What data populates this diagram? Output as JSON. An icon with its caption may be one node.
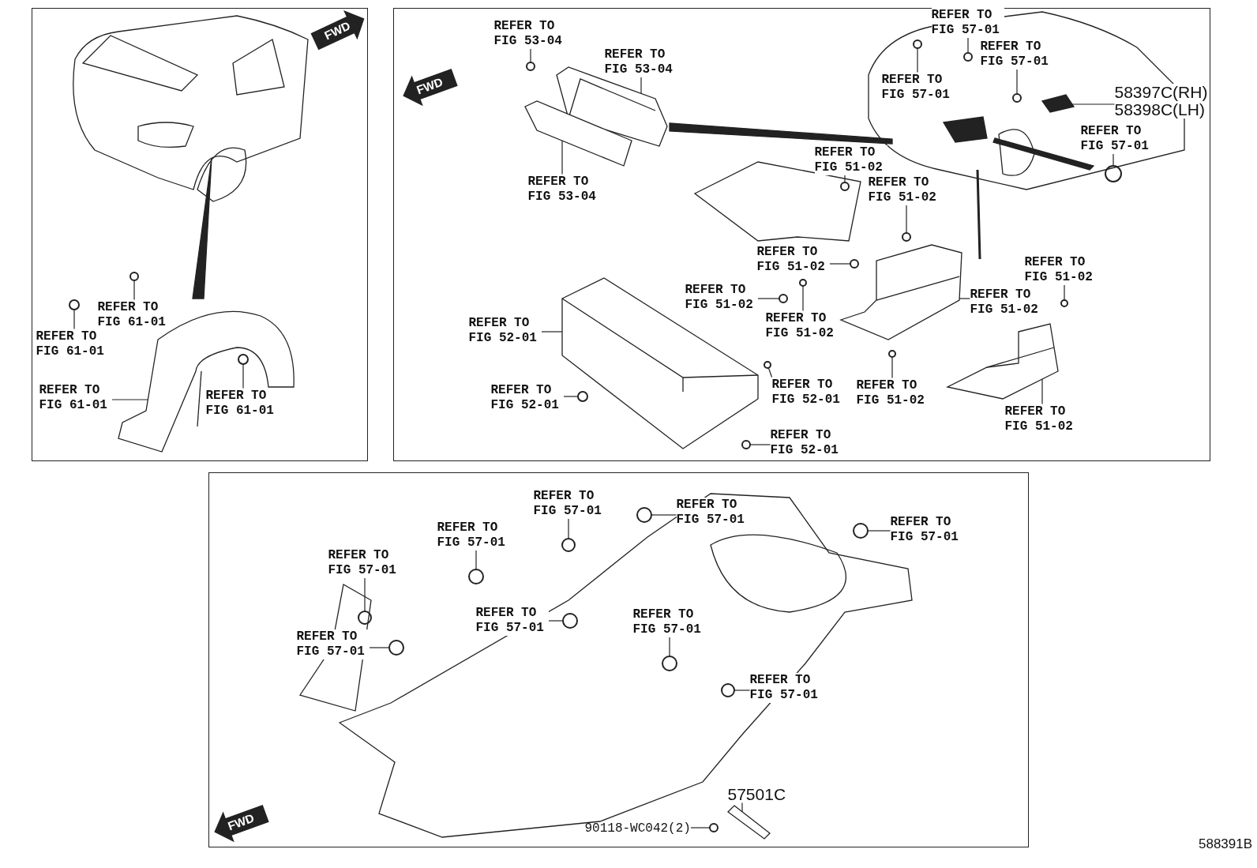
{
  "diagram": {
    "nodes": [
      {
        "text": [],
        "shape": "box"
      },
      {
        "text": [],
        "shape": "box"
      },
      {
        "text": [],
        "shape": "box"
      },
      {
        "text": [
          "REFER TO FIG 61-01"
        ],
        "in": 0
      },
      {
        "text": [
          "REFER TO FIG 61-01"
        ],
        "in": 0
      },
      {
        "text": [
          "REFER TO FIG 61-01"
        ],
        "in": 0
      },
      {
        "text": [
          "REFER TO FIG 61-01"
        ],
        "in": 0
      },
      {
        "text": [
          "REFER TO FIG 53-04"
        ],
        "in": 1
      },
      {
        "text": [
          "REFER TO FIG 53-04"
        ],
        "in": 1
      },
      {
        "text": [
          "REFER TO FIG 53-04"
        ],
        "in": 1
      },
      {
        "text": [
          "REFER TO FIG 57-01"
        ],
        "in": 1
      },
      {
        "text": [
          "REFER TO FIG 57-01"
        ],
        "in": 1
      },
      {
        "text": [
          "REFER TO FIG 57-01"
        ],
        "in": 1
      },
      {
        "text": [
          "REFER TO FIG 57-01"
        ],
        "in": 1
      },
      {
        "text": [
          "58397C(RH)",
          "58398C(LH)"
        ],
        "in": 1
      },
      {
        "text": [
          "REFER TO FIG 51-02"
        ],
        "in": 1
      },
      {
        "text": [
          "REFER TO FIG 51-02"
        ],
        "in": 1
      },
      {
        "text": [
          "REFER TO FIG 51-02"
        ],
        "in": 1
      },
      {
        "text": [
          "REFER TO FIG 51-02"
        ],
        "in": 1
      },
      {
        "text": [
          "REFER TO FIG 51-02"
        ],
        "in": 1
      },
      {
        "text": [
          "REFER TO FIG 51-02"
        ],
        "in": 1
      },
      {
        "text": [
          "REFER TO FIG 51-02"
        ],
        "in": 1
      },
      {
        "text": [
          "REFER TO FIG 51-02"
        ],
        "in": 1
      },
      {
        "text": [
          "REFER TO FIG 51-02"
        ],
        "in": 1
      },
      {
        "text": [
          "REFER TO FIG 52-01"
        ],
        "in": 1
      },
      {
        "text": [
          "REFER TO FIG 52-01"
        ],
        "in": 1
      },
      {
        "text": [
          "REFER TO FIG 52-01"
        ],
        "in": 1
      },
      {
        "text": [
          "REFER TO FIG 52-01"
        ],
        "in": 1
      },
      {
        "text": [
          "REFER TO FIG 57-01"
        ],
        "in": 2
      },
      {
        "text": [
          "REFER TO FIG 57-01"
        ],
        "in": 2
      },
      {
        "text": [
          "REFER TO FIG 57-01"
        ],
        "in": 2
      },
      {
        "text": [
          "REFER TO FIG 57-01"
        ],
        "in": 2
      },
      {
        "text": [
          "REFER TO FIG 57-01"
        ],
        "in": 2
      },
      {
        "text": [
          "REFER TO FIG 57-01"
        ],
        "in": 2
      },
      {
        "text": [
          "REFER TO FIG 57-01"
        ],
        "in": 2
      },
      {
        "text": [
          "REFER TO FIG 57-01"
        ],
        "in": 2
      },
      {
        "text": [
          "REFER TO FIG 57-01"
        ],
        "in": 2
      },
      {
        "text": [
          "57501C"
        ],
        "in": 2
      },
      {
        "text": [
          "90118-WC042(2)"
        ],
        "in": 2
      },
      {
        "text": [],
        "shape": "circle",
        "in": 0
      },
      {
        "text": [],
        "shape": "circle",
        "in": 0
      },
      {
        "text": [],
        "shape": "picture",
        "in": 0
      },
      {
        "text": [],
        "shape": "circle",
        "in": 0
      },
      {
        "text": [],
        "shape": "circle",
        "in": 1
      },
      {
        "text": [],
        "shape": "picture",
        "in": 1
      },
      {
        "text": [],
        "shape": "picture",
        "in": 1
      },
      {
        "text": [],
        "shape": "circle",
        "in": 1
      },
      {
        "text": [],
        "shape": "circle",
        "in": 1
      },
      {
        "text": [],
        "shape": "circle",
        "in": 1
      },
      {
        "text": [],
        "shape": "circle",
        "in": 1
      },
      {
        "text": [],
        "shape": "picture",
        "in": 1
      },
      {
        "text": [],
        "shape": "circle",
        "in": 1
      },
      {
        "text": [],
        "shape": "circle",
        "in": 1
      },
      {
        "text": [],
        "shape": "circle",
        "in": 1
      },
      {
        "text": [],
        "shape": "circle",
        "in": 1
      },
      {
        "text": [],
        "shape": "circle",
        "in": 1
      },
      {
        "text": [],
        "shape": "picture",
        "in": 1
      },
      {
        "text": [],
        "shape": "circle",
        "in": 1
      },
      {
        "text": [],
        "shape": "circle",
        "in": 1
      },
      {
        "text": [],
        "shape": "picture",
        "in": 1
      },
      {
        "text": [],
        "shape": "picture",
        "in": 1
      },
      {
        "text": [],
        "shape": "circle",
        "in": 1
      },
      {
        "text": [],
        "shape": "circle",
        "in": 1
      },
      {
        "text": [],
        "shape": "circle",
        "in": 1
      },
      {
        "text": [],
        "shape": "circle",
        "in": 2
      },
      {
        "text": [],
        "shape": "circle",
        "in": 2
      },
      {
        "text": [],
        "shape": "circle",
        "in": 2
      },
      {
        "text": [],
        "shape": "circle",
        "in": 2
      },
      {
        "text": [],
        "shape": "circle",
        "in": 2
      },
      {
        "text": [],
        "shape": "circle",
        "in": 2
      },
      {
        "text": [],
        "shape": "circle",
        "in": 2
      },
      {
        "text": [],
        "shape": "circle",
        "in": 2
      },
      {
        "text": [],
        "shape": "circle",
        "in": 2
      },
      {
        "text": [],
        "shape": "picture",
        "in": 2
      },
      {
        "text": [],
        "shape": "circle",
        "in": 2
      }
    ],
    "edges": [
      {
        "from": 3,
        "to": 39,
        "arrow": "none"
      },
      {
        "from": 4,
        "to": 40,
        "arrow": "none"
      },
      {
        "from": 5,
        "to": 41,
        "arrow": "none"
      },
      {
        "from": 6,
        "to": 42,
        "arrow": "none"
      },
      {
        "from": 7,
        "to": 43,
        "arrow": "none"
      },
      {
        "from": 8,
        "to": 44,
        "arrow": "none"
      },
      {
        "from": 9,
        "to": 45,
        "arrow": "none"
      },
      {
        "from": 10,
        "to": 46,
        "arrow": "none"
      },
      {
        "from": 11,
        "to": 47,
        "arrow": "none"
      },
      {
        "from": 12,
        "to": 48,
        "arrow": "none"
      },
      {
        "from": 13,
        "to": 49,
        "arrow": "none"
      },
      {
        "from": 14,
        "to": 50,
        "arrow": "none"
      },
      {
        "from": 15,
        "to": 51,
        "arrow": "none"
      },
      {
        "from": 16,
        "to": 52,
        "arrow": "none"
      },
      {
        "from": 17,
        "to": 53,
        "arrow": "none"
      },
      {
        "from": 18,
        "to": 54,
        "arrow": "none"
      },
      {
        "from": 19,
        "to": 55,
        "arrow": "none"
      },
      {
        "from": 20,
        "to": 56,
        "arrow": "none"
      },
      {
        "from": 21,
        "to": 57,
        "arrow": "none"
      },
      {
        "from": 22,
        "to": 58,
        "arrow": "none"
      },
      {
        "from": 23,
        "to": 59,
        "arrow": "none"
      },
      {
        "from": 24,
        "to": 60,
        "arrow": "none"
      },
      {
        "from": 25,
        "to": 61,
        "arrow": "none"
      },
      {
        "from": 26,
        "to": 62,
        "arrow": "none"
      },
      {
        "from": 27,
        "to": 63,
        "arrow": "none"
      },
      {
        "from": 28,
        "to": 64,
        "arrow": "none"
      },
      {
        "from": 29,
        "to": 65,
        "arrow": "none"
      },
      {
        "from": 30,
        "to": 66,
        "arrow": "none"
      },
      {
        "from": 31,
        "to": 67,
        "arrow": "none"
      },
      {
        "from": 32,
        "to": 68,
        "arrow": "none"
      },
      {
        "from": 33,
        "to": 69,
        "arrow": "none"
      },
      {
        "from": 34,
        "to": 70,
        "arrow": "none"
      },
      {
        "from": 35,
        "to": 71,
        "arrow": "none"
      },
      {
        "from": 36,
        "to": 72,
        "arrow": "none"
      },
      {
        "from": 37,
        "to": 73,
        "arrow": "none"
      },
      {
        "from": 38,
        "to": 74,
        "arrow": "none"
      }
    ],
    "labels": [
      "FWD",
      "FWD",
      "FWD",
      "588391B"
    ]
  }
}
